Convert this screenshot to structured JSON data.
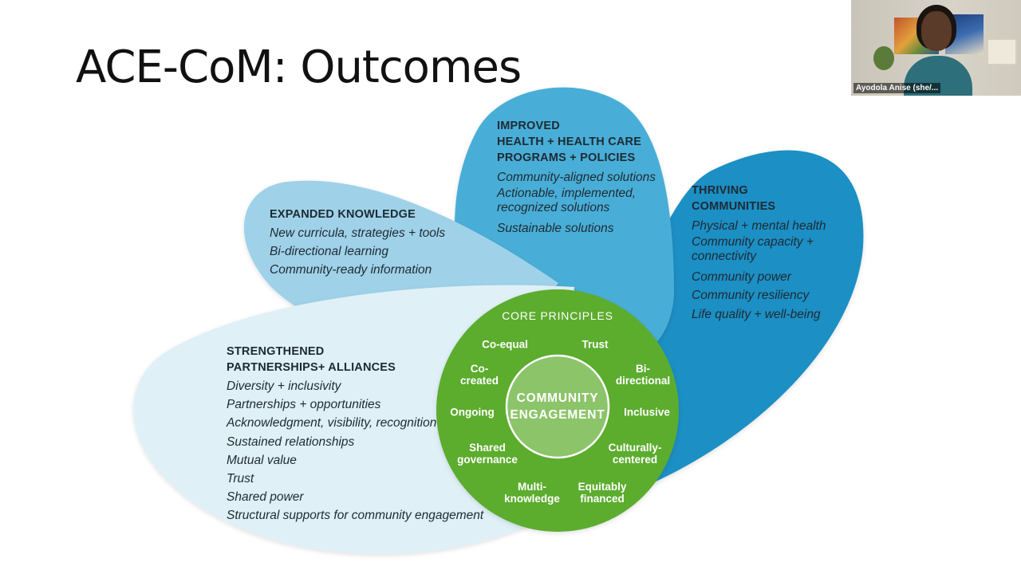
{
  "slide": {
    "title": "ACE-CoM: Outcomes"
  },
  "diagram": {
    "petals": {
      "improved": {
        "heading": [
          "IMPROVED",
          "HEALTH + HEALTH CARE",
          "PROGRAMS + POLICIES"
        ],
        "items": [
          "Community-aligned solutions",
          "Actionable, implemented, recognized solutions",
          "Sustainable solutions"
        ],
        "color": "#4aaed7"
      },
      "thriving": {
        "heading": [
          "THRIVING",
          "COMMUNITIES"
        ],
        "items": [
          "Physical + mental health",
          "Community capacity + connectivity",
          "Community power",
          "Community resiliency",
          "Life quality + well-being"
        ],
        "color": "#1b8fc4"
      },
      "expanded": {
        "heading": [
          "EXPANDED KNOWLEDGE"
        ],
        "items": [
          "New curricula, strategies + tools",
          "Bi-directional learning",
          "Community-ready information"
        ],
        "color": "#9fd2e9"
      },
      "strengthened": {
        "heading": [
          "STRENGTHENED",
          "PARTNERSHIPS+ ALLIANCES"
        ],
        "items": [
          "Diversity + inclusivity",
          "Partnerships + opportunities",
          "Acknowledgment, visibility, recognition",
          "Sustained relationships",
          "Mutual value",
          "Trust",
          "Shared power",
          "Structural supports for community engagement"
        ],
        "color": "#dff0f7"
      }
    },
    "core": {
      "title": "CORE PRINCIPLES",
      "center": [
        "COMMUNITY",
        "ENGAGEMENT"
      ],
      "principles": [
        {
          "label": [
            "Co-equal"
          ]
        },
        {
          "label": [
            "Trust"
          ]
        },
        {
          "label": [
            "Bi-",
            "directional"
          ]
        },
        {
          "label": [
            "Inclusive"
          ]
        },
        {
          "label": [
            "Culturally-",
            "centered"
          ]
        },
        {
          "label": [
            "Equitably",
            "financed"
          ]
        },
        {
          "label": [
            "Multi-",
            "knowledge"
          ]
        },
        {
          "label": [
            "Shared",
            "governance"
          ]
        },
        {
          "label": [
            "Ongoing"
          ]
        },
        {
          "label": [
            "Co-",
            "created"
          ]
        }
      ],
      "ring_color": "#5cac2e",
      "inner_color": "#8cc46a"
    }
  },
  "webcam": {
    "name": "Ayodola Anise (she/..."
  }
}
